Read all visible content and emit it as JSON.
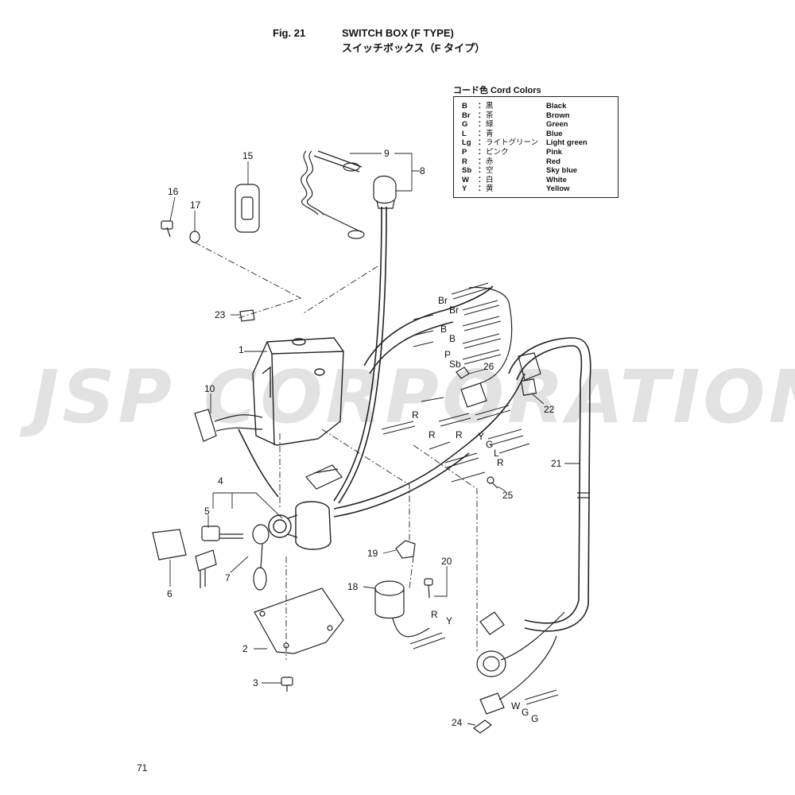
{
  "header": {
    "fig": "Fig. 21",
    "title_en": "SWITCH BOX (F TYPE)",
    "title_jp": "スイッチボックス（F タイプ）"
  },
  "legend": {
    "title": "コード色 Cord Colors",
    "rows": [
      {
        "code": "B",
        "jp": "黒",
        "en": "Black"
      },
      {
        "code": "Br",
        "jp": "茶",
        "en": "Brown"
      },
      {
        "code": "G",
        "jp": "緑",
        "en": "Green"
      },
      {
        "code": "L",
        "jp": "青",
        "en": "Blue"
      },
      {
        "code": "Lg",
        "jp": "ライトグリーン",
        "en": "Light green"
      },
      {
        "code": "P",
        "jp": "ピンク",
        "en": "Pink"
      },
      {
        "code": "R",
        "jp": "赤",
        "en": "Red"
      },
      {
        "code": "Sb",
        "jp": "空",
        "en": "Sky blue"
      },
      {
        "code": "W",
        "jp": "白",
        "en": "White"
      },
      {
        "code": "Y",
        "jp": "黄",
        "en": "Yellow"
      }
    ],
    "colon": "："
  },
  "watermark": "JSP CORPORATION",
  "page_number": "71",
  "part_numbers": [
    "1",
    "2",
    "3",
    "4",
    "5",
    "6",
    "7",
    "8",
    "9",
    "10",
    "15",
    "16",
    "17",
    "18",
    "19",
    "20",
    "21",
    "22",
    "23",
    "24",
    "25",
    "26"
  ],
  "wire_labels": [
    "Br",
    "Br",
    "B",
    "B",
    "P",
    "Sb",
    "R",
    "R",
    "R",
    "Y",
    "G",
    "L",
    "R",
    "R",
    "Y",
    "W",
    "G",
    "G"
  ]
}
